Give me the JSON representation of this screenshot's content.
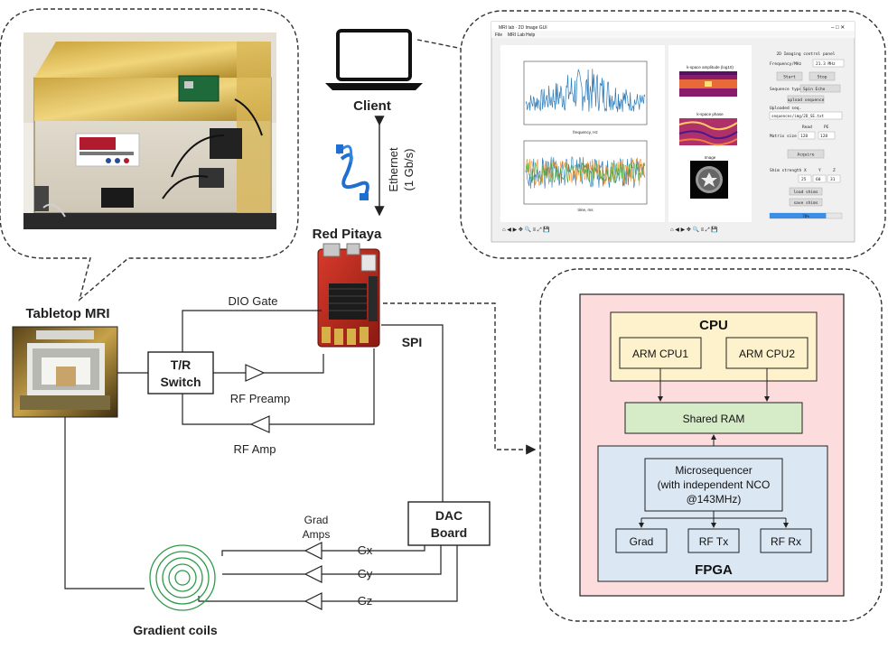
{
  "labels": {
    "client": "Client",
    "ethernet": "Ethernet",
    "ethernet_speed": "(1 Gb/s)",
    "red_pitaya": "Red Pitaya",
    "tabletop_mri": "Tabletop MRI",
    "dio_gate": "DIO Gate",
    "spi": "SPI",
    "tr_switch_line1": "T/R",
    "tr_switch_line2": "Switch",
    "rf_preamp": "RF Preamp",
    "rf_amp": "RF Amp",
    "dac_line1": "DAC",
    "dac_line2": "Board",
    "grad_amps_line1": "Grad",
    "grad_amps_line2": "Amps",
    "gx": "Gx",
    "gy": "Gy",
    "gz": "Gz",
    "gradient_coils": "Gradient coils"
  },
  "architecture": {
    "cpu": "CPU",
    "arm_cpu1": "ARM CPU1",
    "arm_cpu2": "ARM CPU2",
    "shared_ram": "Shared RAM",
    "microsequencer_line1": "Microsequencer",
    "microsequencer_line2": "(with independent NCO",
    "microsequencer_line3": "@143MHz)",
    "grad": "Grad",
    "rf_tx": "RF Tx",
    "rf_rx": "RF Rx",
    "fpga": "FPGA"
  },
  "gui": {
    "window_title": "MRI lab  ·  2D Image GUI",
    "menu": [
      "File",
      "MRI Lab",
      "Help"
    ],
    "plot_titles": {
      "kspace_amplitude": "k-space amplitude (log10)",
      "kspace_phase": "k-space phase",
      "image": "Image"
    },
    "axis_labels": {
      "frequency": "frequency, Hz",
      "time": "time, ms"
    },
    "panel": {
      "title": "2D Imaging control panel",
      "frequency_label": "Frequency/MHz",
      "frequency_value": "21.3 MHz",
      "start": "Start",
      "stop": "Stop",
      "sequence_type_label": "Sequence type",
      "sequence_type_value": "Spin Echo",
      "upload_sequence": "upload sequence",
      "uploaded_seq_label": "Uploaded seq.",
      "uploaded_seq_value": "sequences/img/2D_SE.txt",
      "read_label": "Read",
      "pe_label": "PE",
      "matrix_size_label": "Matrix size",
      "matrix_read": "128",
      "matrix_pe": "128",
      "acquire": "Acquire",
      "shim_label": "Shim strength",
      "shim_x": "X",
      "shim_y": "Y",
      "shim_z": "Z",
      "shim_x_val": "25",
      "shim_y_val": "60",
      "shim_z_val": "31",
      "load_shims": "load shims",
      "save_shims": "save shims",
      "progress": "78%",
      "progress_fraction": 0.78
    },
    "toolbar_glyphs": "⌂ ◀ ▶ ✥ 🔍 ≡ ⤢ 💾"
  },
  "colors": {
    "arch_outer": "#fcdcdc",
    "cpu_box": "#fef2cc",
    "ram_box": "#d6ebc8",
    "fpga_box": "#dce7f4",
    "coil": "#2e9a4a",
    "trace_blue": "#2d7bb8",
    "trace_orange": "#f08a22",
    "trace_green": "#3aa83a"
  }
}
